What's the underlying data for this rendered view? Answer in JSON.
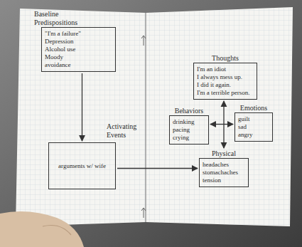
{
  "diagram": {
    "nodes": [
      {
        "text": [
          "Baseline Predispositions",
          "\"I'm a failure\"",
          "Depression",
          "Alcohol use",
          "Moody",
          "avoidance"
        ]
      },
      {
        "text": [
          "Activating Events",
          "arguments w/ wife"
        ]
      },
      {
        "text": [
          "Thoughts",
          "I'm an idiot",
          "I always mess up.",
          "I did it again.",
          "I'm a terrible person."
        ]
      },
      {
        "text": [
          "Behaviors",
          "drinking",
          "pacing",
          "crying"
        ]
      },
      {
        "text": [
          "Emotions",
          "guilt",
          "sad",
          "angry"
        ]
      },
      {
        "text": [
          "Physical",
          "headaches",
          "stomachaches",
          "tension"
        ]
      }
    ],
    "edges": [
      {
        "from": 0,
        "to": 1,
        "arrow": "to"
      },
      {
        "from": 1,
        "to": 5,
        "arrow": "to"
      },
      {
        "from": 2,
        "to": 5,
        "arrow": "both"
      },
      {
        "from": 3,
        "to": 4,
        "arrow": "both"
      }
    ]
  }
}
